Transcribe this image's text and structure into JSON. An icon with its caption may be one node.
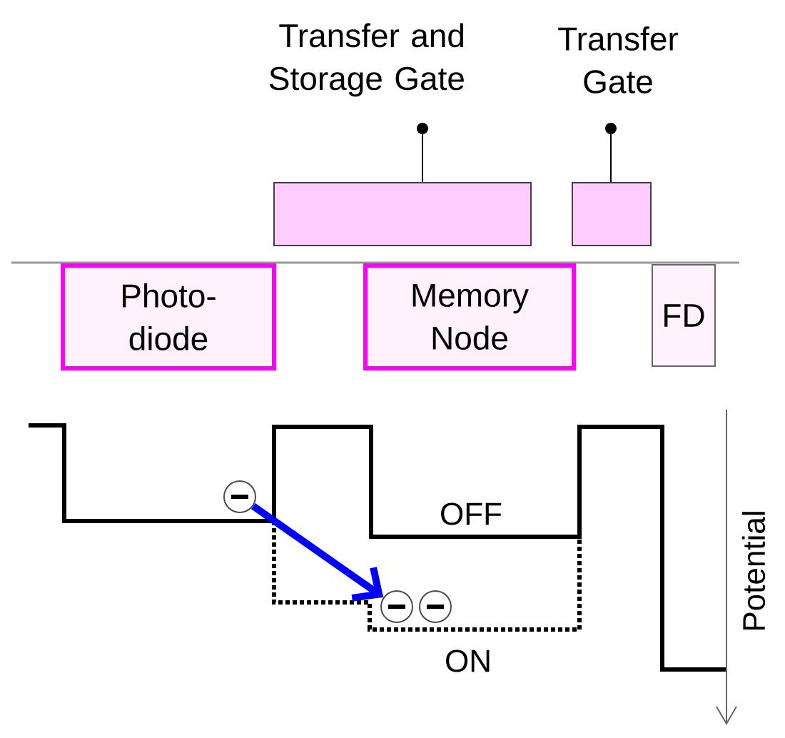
{
  "diagram": {
    "nodes": [
      {
        "text": [
          "Transfer and Storage Gate"
        ]
      },
      {
        "text": [
          "Transfer Gate"
        ]
      },
      {
        "text": [],
        "shape": "box"
      },
      {
        "text": [],
        "shape": "box"
      },
      {
        "text": [
          "Photo- diode"
        ]
      },
      {
        "text": [
          "Memory Node"
        ]
      },
      {
        "text": [
          "FD"
        ]
      },
      {
        "text": [],
        "shape": "circle"
      },
      {
        "text": [],
        "shape": "circle"
      },
      {
        "text": [],
        "shape": "circle"
      }
    ],
    "edges": [
      {
        "from": 0,
        "to": 2,
        "arrow": "other"
      },
      {
        "from": 1,
        "to": 3,
        "arrow": "other"
      },
      {
        "from": 7,
        "to": 8,
        "arrow": "to",
        "style": "thick",
        "color": "#0000ff"
      }
    ],
    "labels": [
      "OFF",
      "ON",
      "Potential"
    ]
  }
}
